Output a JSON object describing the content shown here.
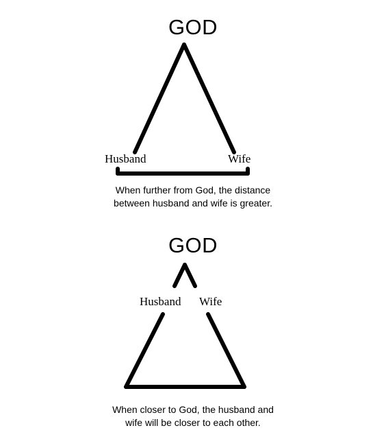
{
  "top_diagram": {
    "apex_label": "GOD",
    "left_label": "Husband",
    "right_label": "Wife",
    "caption_line1": "When further from God, the distance",
    "caption_line2": "between husband and wife is greater."
  },
  "bottom_diagram": {
    "apex_label": "GOD",
    "left_label": "Husband",
    "right_label": "Wife",
    "caption_line1": "When closer to God, the husband and",
    "caption_line2": "wife will be closer to each other."
  }
}
